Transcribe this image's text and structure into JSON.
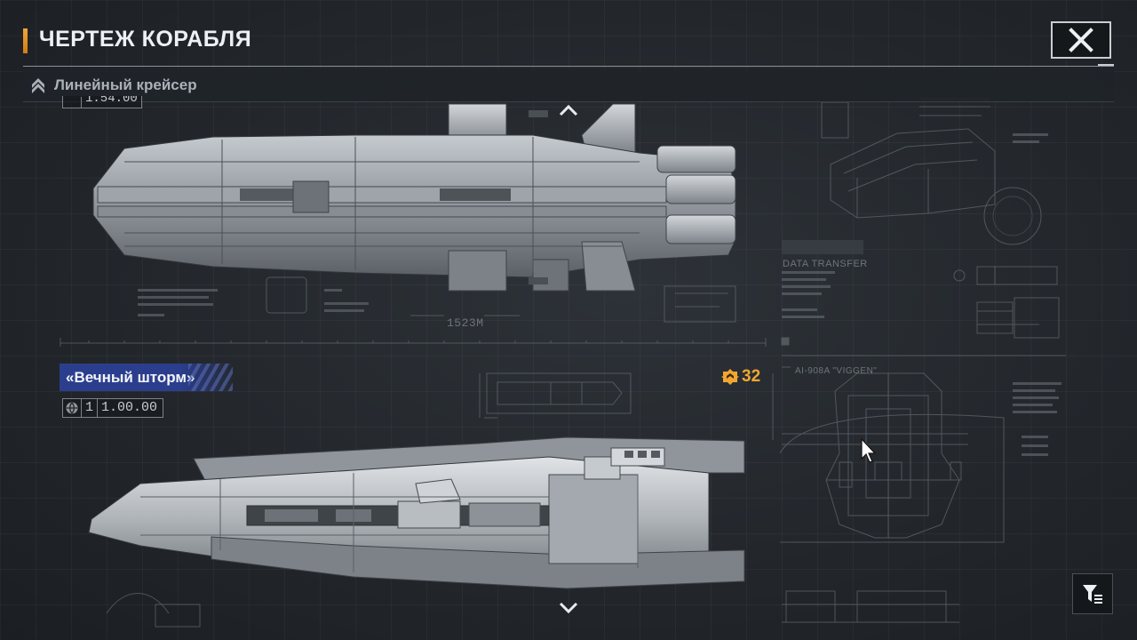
{
  "header": {
    "title": "ЧЕРТЕЖ КОРАБЛЯ",
    "close_icon": "close-x-icon"
  },
  "subbar": {
    "rank_icon": "rank-chevron-icon",
    "ship_class": "Линейный крейсер"
  },
  "top_ship": {
    "scale_partial": "1.54.00",
    "length_label": "1523M"
  },
  "bottom_ship": {
    "name": "«Вечный шторм»",
    "scale_index": "1",
    "scale_value": "1.00.00",
    "points": "32"
  },
  "blueprint_labels": {
    "data_transfer": "DATA TRANSFER",
    "model_code": "AI-908A \"VIGGEN\""
  },
  "nav": {
    "up_icon": "chevron-up-icon",
    "down_icon": "chevron-down-icon",
    "filter_icon": "filter-icon"
  },
  "colors": {
    "accent_orange": "#f1a631",
    "name_tag_blue": "#2b3e8e",
    "background": "#23272c"
  }
}
